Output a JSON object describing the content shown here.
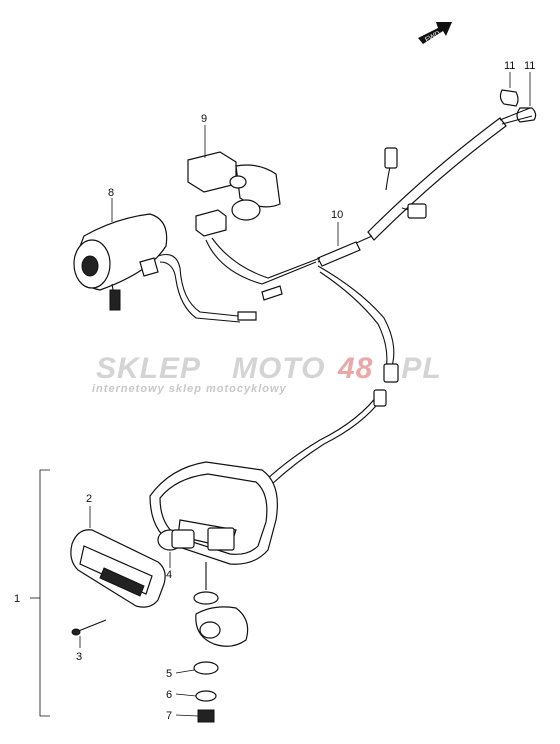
{
  "fwd_badge": "FWD",
  "callouts": {
    "group": "1",
    "lens": "2",
    "screw": "3",
    "lamp_bulb": "4",
    "washer_5": "5",
    "washer_6": "6",
    "nut": "7",
    "lamp_housing": "8",
    "relay": "9",
    "harness": "10",
    "connector_a": "11",
    "connector_b": "11"
  },
  "watermark": {
    "part1": "SKLEP",
    "part2": "MOTO",
    "part3": "48",
    "part4": ".PL",
    "tagline": "internetowy sklep motocyklowy"
  },
  "colors": {
    "line": "#111111",
    "watermark_gray": "#cfcfcf",
    "watermark_red": "#e9a6a6"
  }
}
